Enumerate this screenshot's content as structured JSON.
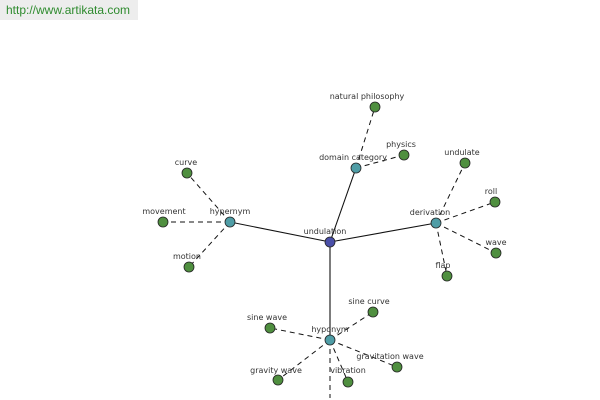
{
  "site": {
    "url": "http://www.artikata.com"
  },
  "colors": {
    "root": "#4a4fa8",
    "category": "#4f9da6",
    "leaf": "#4f8f3f",
    "stroke": "#222222",
    "solid_edge": "#111111",
    "dashed_edge": "#111111",
    "banner_bg": "#ededed",
    "banner_text": "#2e8b2e"
  },
  "graph": {
    "root": {
      "id": "undulation",
      "label": "undulation"
    },
    "categories": [
      {
        "id": "hypernym",
        "label": "hypernym"
      },
      {
        "id": "domain-category",
        "label": "domain category"
      },
      {
        "id": "derivation",
        "label": "derivation"
      },
      {
        "id": "hyponym",
        "label": "hyponym"
      }
    ],
    "leaves": [
      {
        "id": "curve",
        "label": "curve",
        "parent": "hypernym"
      },
      {
        "id": "movement",
        "label": "movement",
        "parent": "hypernym"
      },
      {
        "id": "motion",
        "label": "motion",
        "parent": "hypernym"
      },
      {
        "id": "natural-philosophy",
        "label": "natural philosophy",
        "parent": "domain-category"
      },
      {
        "id": "physics",
        "label": "physics",
        "parent": "domain-category"
      },
      {
        "id": "undulate",
        "label": "undulate",
        "parent": "derivation"
      },
      {
        "id": "roll",
        "label": "roll",
        "parent": "derivation"
      },
      {
        "id": "wave",
        "label": "wave",
        "parent": "derivation"
      },
      {
        "id": "flap",
        "label": "flap",
        "parent": "derivation"
      },
      {
        "id": "sine-wave",
        "label": "sine wave",
        "parent": "hyponym"
      },
      {
        "id": "sine-curve",
        "label": "sine curve",
        "parent": "hyponym"
      },
      {
        "id": "gravity-wave",
        "label": "gravity wave",
        "parent": "hyponym"
      },
      {
        "id": "vibration",
        "label": "vibration",
        "parent": "hyponym"
      },
      {
        "id": "gravitation-wave",
        "label": "gravitation wave",
        "parent": "hyponym"
      }
    ]
  }
}
